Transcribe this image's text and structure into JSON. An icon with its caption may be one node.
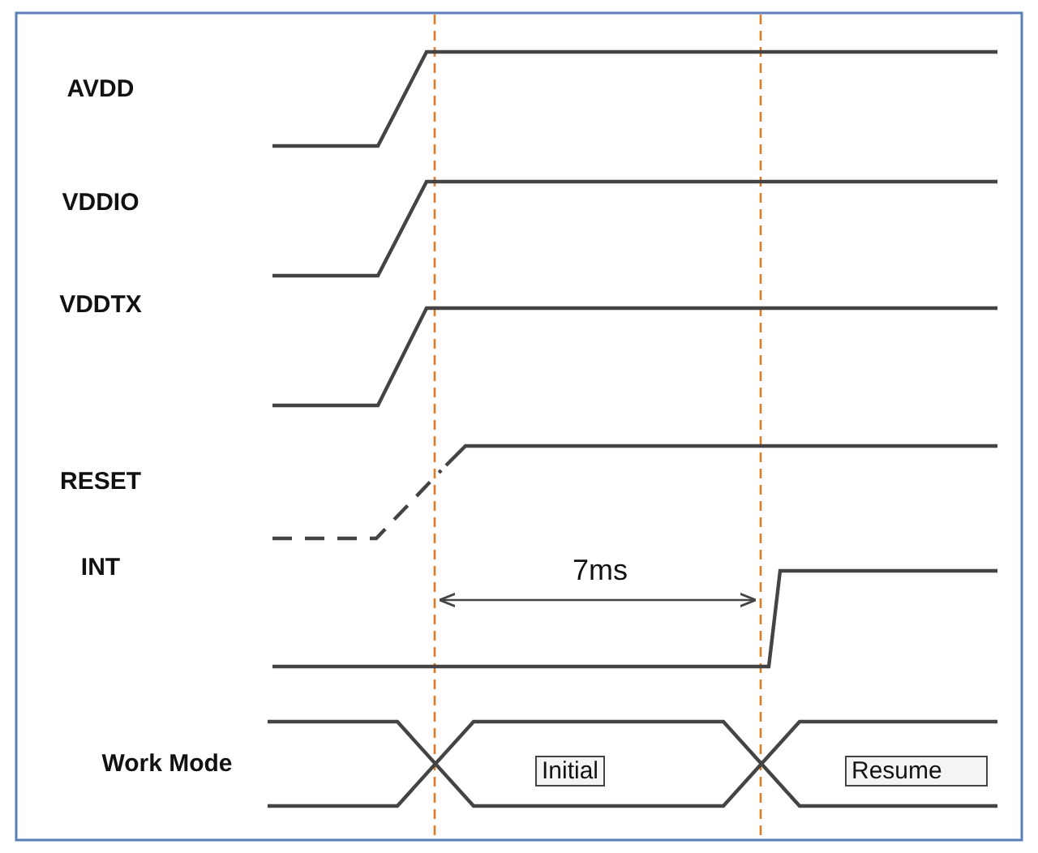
{
  "diagram": {
    "nodes": [
      {
        "text": [
          "Initial"
        ]
      },
      {
        "text": [
          "Resume"
        ]
      }
    ],
    "labels": [
      "AVDD",
      "VDDIO",
      "VDDTX",
      "RESET",
      "INT",
      "7ms",
      "Work Mode"
    ]
  }
}
